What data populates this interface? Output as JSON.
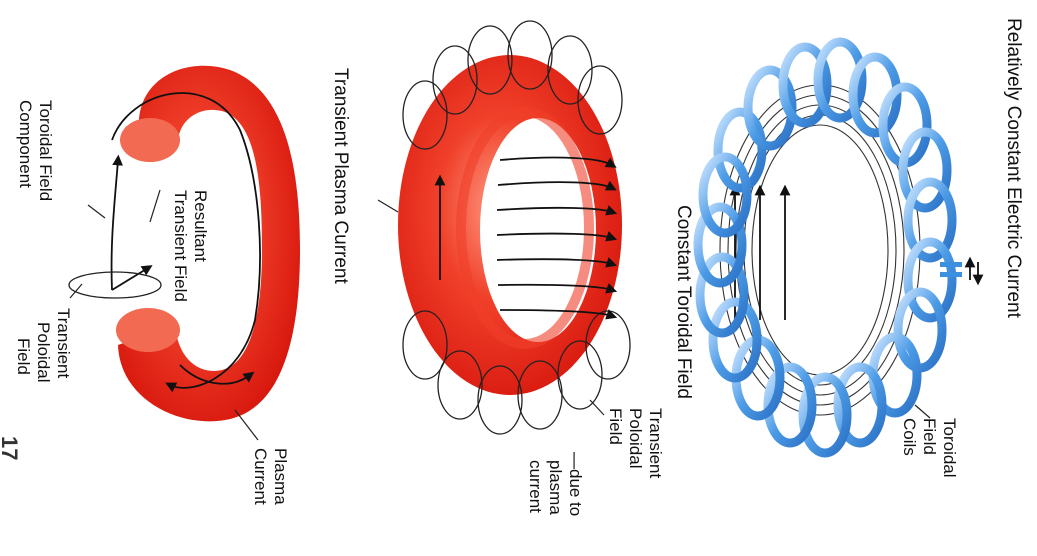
{
  "page_number": "17",
  "panels": {
    "left": {
      "labels": {
        "toroidal_field_component": [
          "Toroidal Field",
          "Component"
        ],
        "resultant_transient_field": [
          "Resultant",
          "Transient Field"
        ],
        "transient_poloidal_field": [
          "Transient",
          "Poloidal",
          "Field"
        ],
        "plasma_current": [
          "Plasma",
          "Current"
        ]
      },
      "colors": {
        "torus": "#e8281c",
        "torus_highlight": "#ff8a70"
      }
    },
    "middle": {
      "labels": {
        "transient_plasma_current": "Transient Plasma Current",
        "transient_poloidal_field": [
          "Transient",
          "Poloidal",
          "Field"
        ],
        "due_to_plasma_current": [
          "—due to",
          "plasma",
          "current"
        ]
      },
      "colors": {
        "torus": "#e8281c",
        "torus_highlight": "#ff8a70"
      }
    },
    "right": {
      "labels": {
        "relatively_constant_electric_current": "Relatively Constant Electric Current",
        "constant_toroidal_field": "Constant Toroidal Field",
        "toroidal_field_coils": [
          "Toroidal",
          "Field",
          "Coils"
        ]
      },
      "colors": {
        "coil": "#3d8fe0",
        "coil_light": "#a9d3ff"
      }
    }
  }
}
